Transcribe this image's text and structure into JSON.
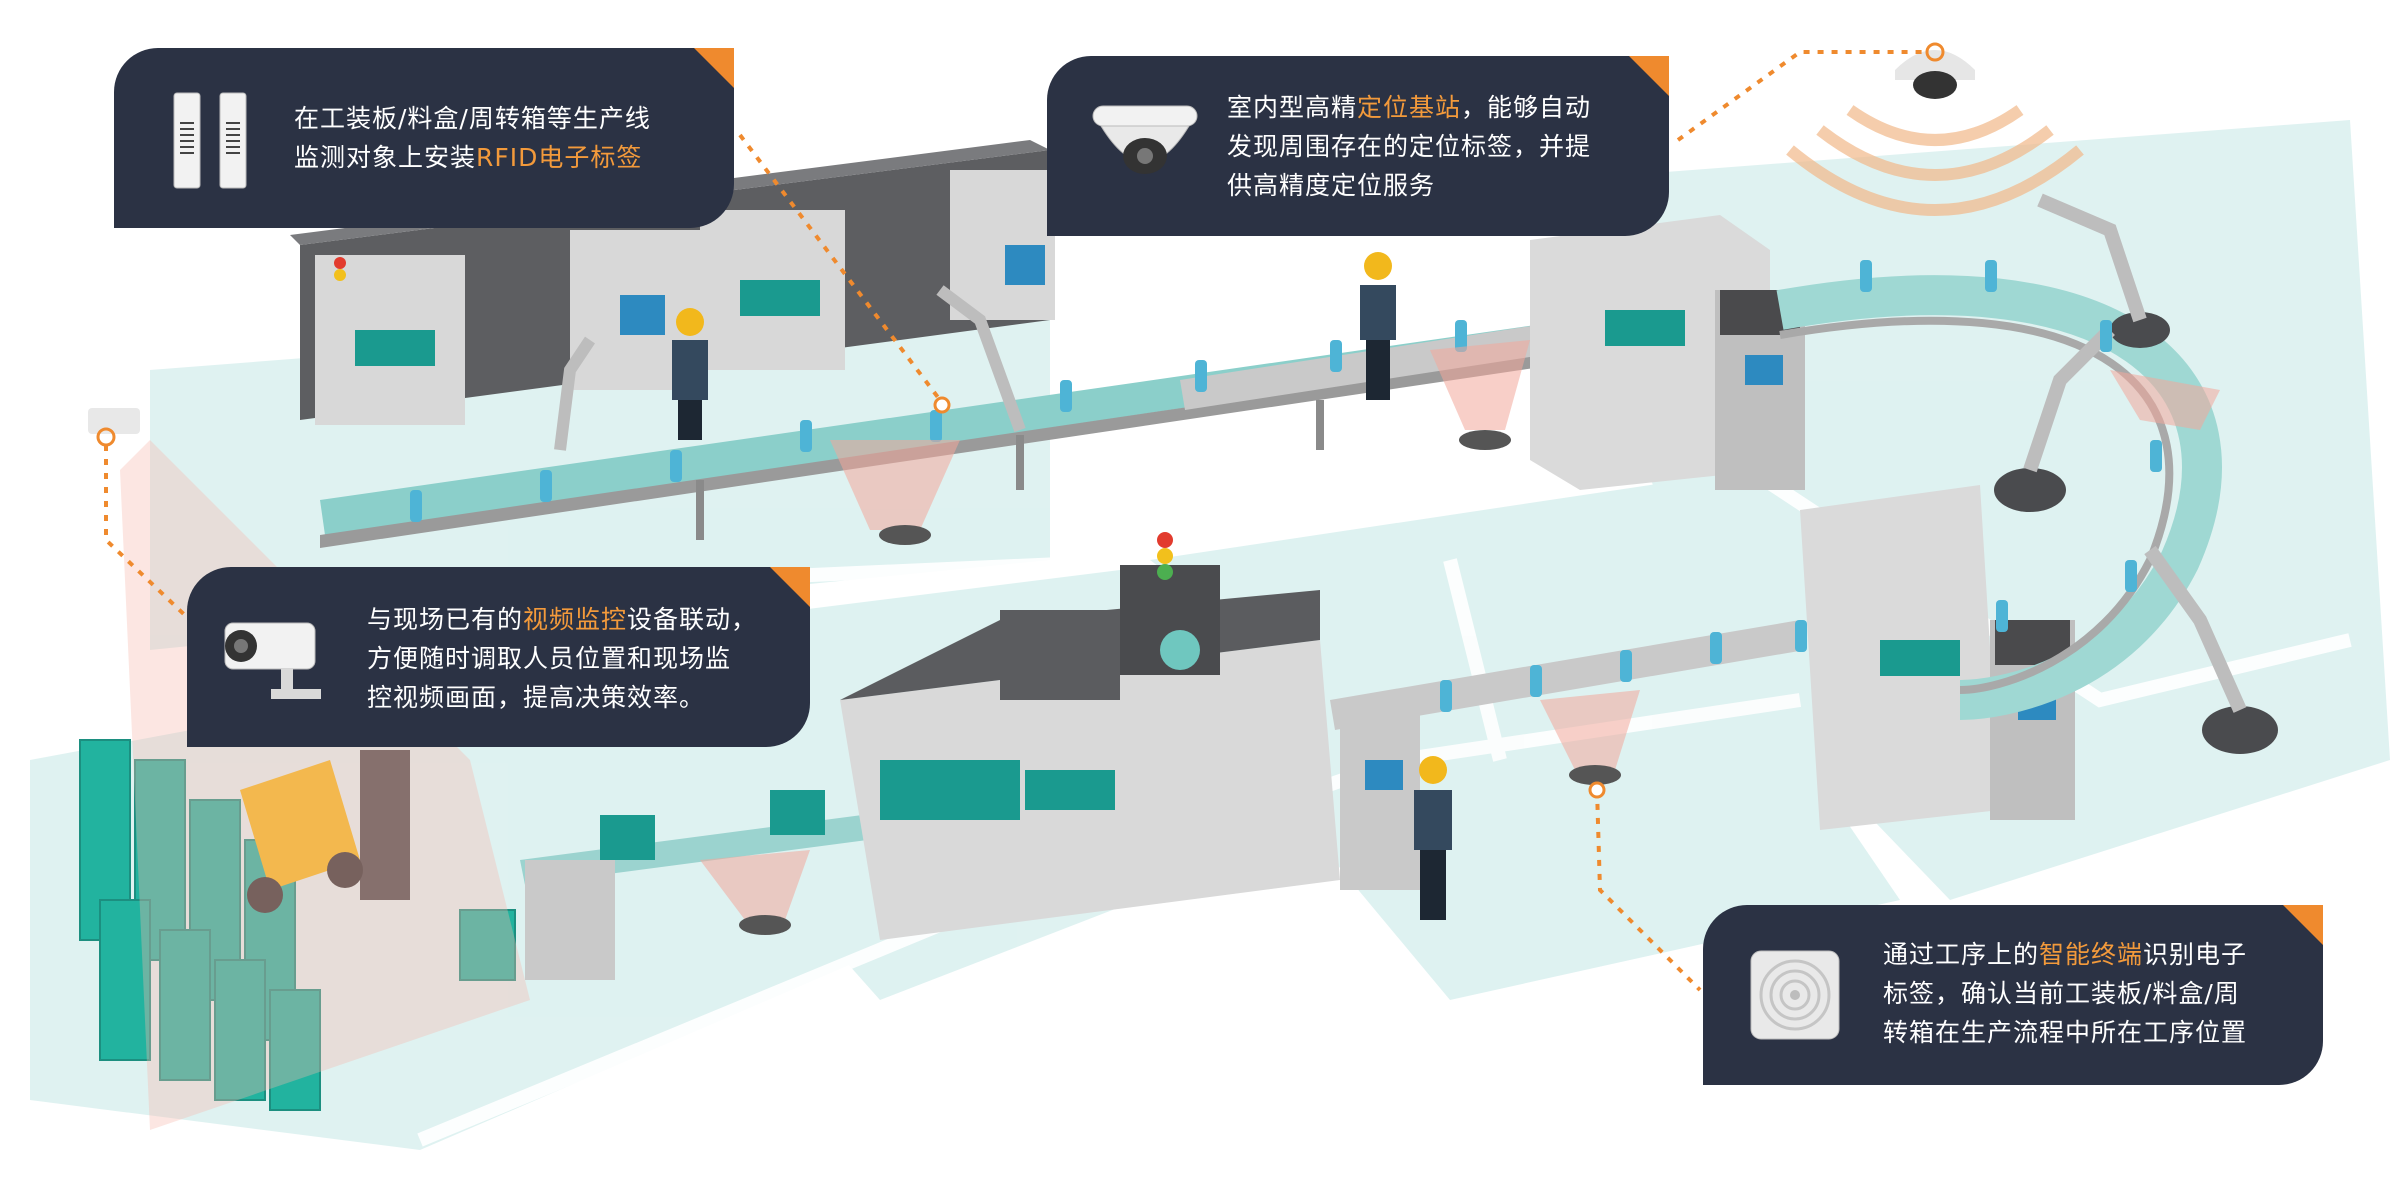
{
  "callouts": {
    "rfid": {
      "line1": "在工装板/料盒/周转箱等生产线",
      "line2_pre": "监测对象上安装",
      "line2_hl": "RFID电子标签",
      "icon": "rfid-tag-icon"
    },
    "base_station": {
      "line1_pre": "室内型高精",
      "line1_hl": "定位基站",
      "line1_post": "，能够自动",
      "line2": "发现周围存在的定位标签，并提",
      "line3": "供高精度定位服务",
      "icon": "dome-camera-icon"
    },
    "video": {
      "line1_pre": "与现场已有的",
      "line1_hl": "视频监控",
      "line1_post": "设备联动，",
      "line2": "方便随时调取人员位置和现场监",
      "line3": "控视频画面，提高决策效率。",
      "icon": "cctv-camera-icon"
    },
    "terminal": {
      "line1_pre": "通过工序上的",
      "line1_hl": "智能终端",
      "line1_post": "识别电子",
      "line2": "标签，确认当前工装板/料盒/周",
      "line3": "转箱在生产流程中所在工序位置",
      "icon": "rfid-reader-icon"
    }
  },
  "colors": {
    "panel": "#2b3244",
    "accent": "#ef8a2e",
    "highlight": "#f39a3b",
    "floor": "#d7efee",
    "teal": "#1a9a8f",
    "machine": "#dcdcdc",
    "machine_dark": "#58585a"
  }
}
